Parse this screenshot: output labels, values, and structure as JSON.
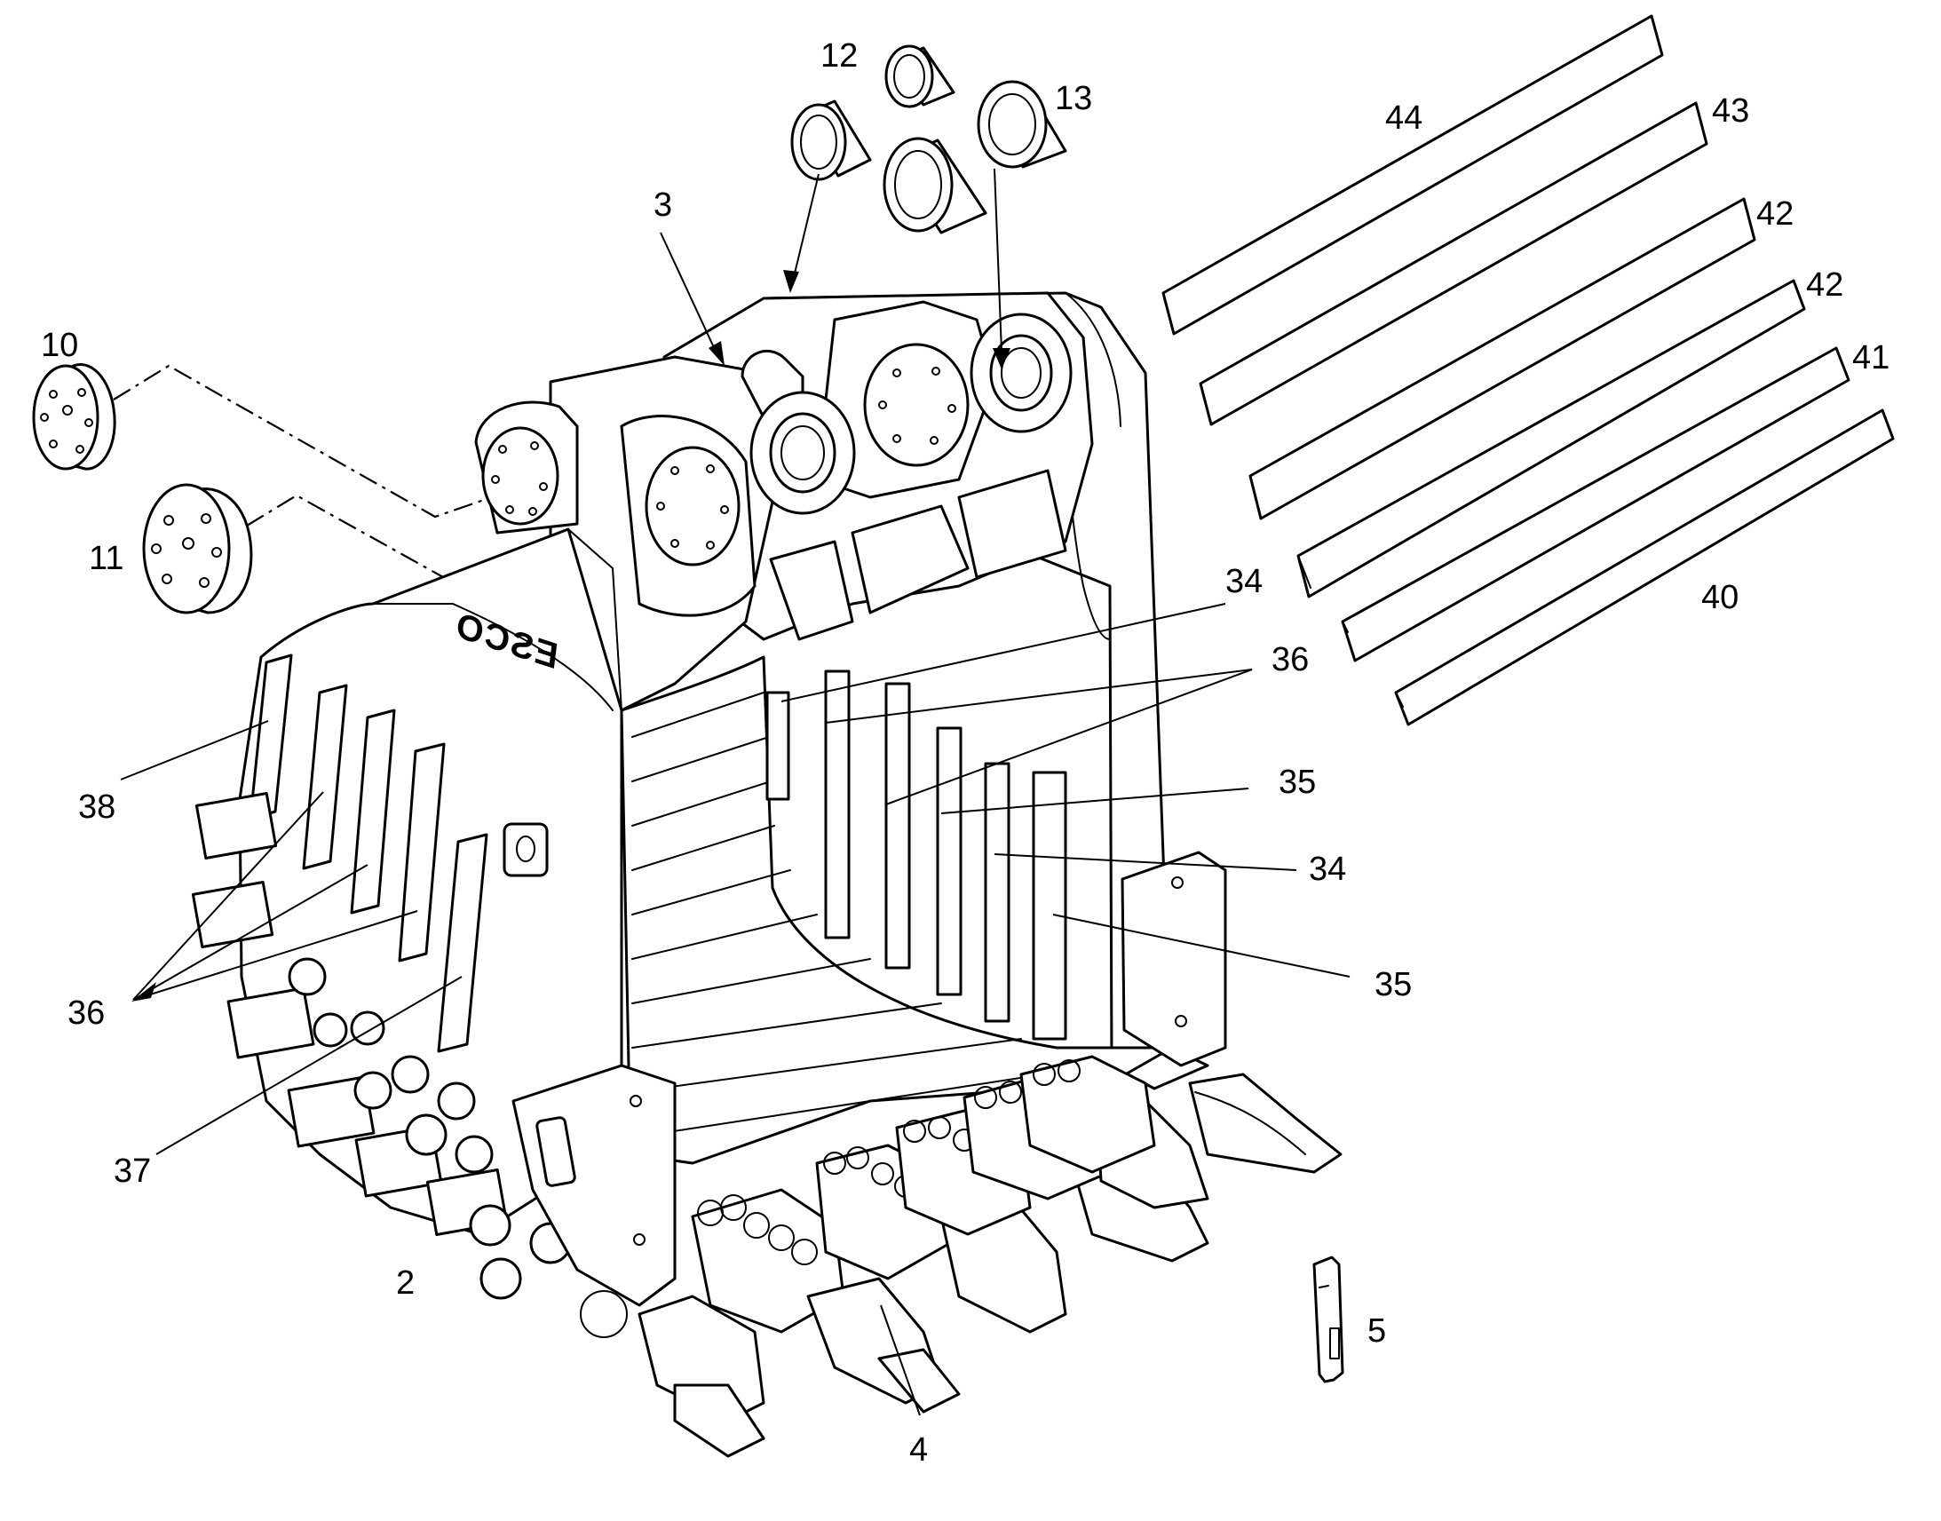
{
  "figure": {
    "logo_text": "ESCO",
    "callouts": [
      {
        "id": "c-10",
        "text": "10"
      },
      {
        "id": "c-11",
        "text": "11"
      },
      {
        "id": "c-12",
        "text": "12"
      },
      {
        "id": "c-13",
        "text": "13"
      },
      {
        "id": "c-3",
        "text": "3"
      },
      {
        "id": "c-44",
        "text": "44"
      },
      {
        "id": "c-43",
        "text": "43"
      },
      {
        "id": "c-42a",
        "text": "42"
      },
      {
        "id": "c-42b",
        "text": "42"
      },
      {
        "id": "c-41",
        "text": "41"
      },
      {
        "id": "c-40",
        "text": "40"
      },
      {
        "id": "c-34a",
        "text": "34"
      },
      {
        "id": "c-36a",
        "text": "36"
      },
      {
        "id": "c-35a",
        "text": "35"
      },
      {
        "id": "c-34b",
        "text": "34"
      },
      {
        "id": "c-35b",
        "text": "35"
      },
      {
        "id": "c-38",
        "text": "38"
      },
      {
        "id": "c-36b",
        "text": "36"
      },
      {
        "id": "c-37",
        "text": "37"
      },
      {
        "id": "c-2",
        "text": "2"
      },
      {
        "id": "c-4",
        "text": "4"
      },
      {
        "id": "c-5",
        "text": "5"
      }
    ]
  }
}
